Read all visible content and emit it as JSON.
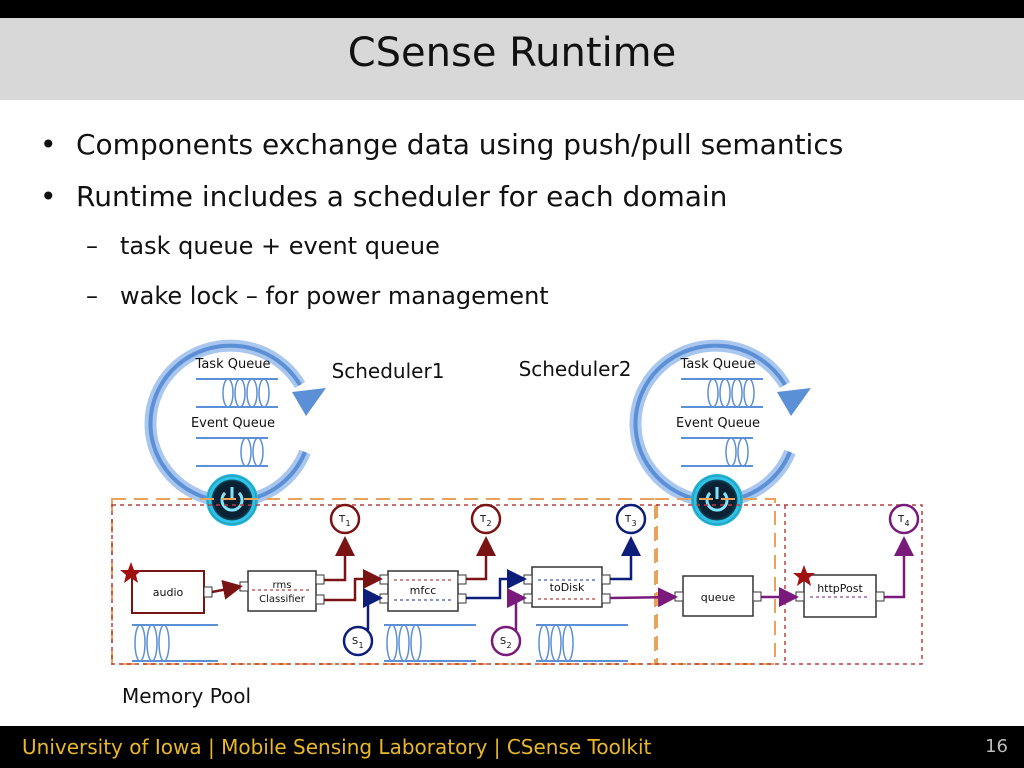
{
  "slide": {
    "title": "CSense Runtime",
    "bullets": [
      {
        "text": "Components exchange data using push/pull semantics"
      },
      {
        "text": "Runtime includes a scheduler for each domain"
      }
    ],
    "subbullets": [
      {
        "text": "task queue + event queue"
      },
      {
        "text": "wake lock – for power management"
      }
    ],
    "bullet_char": "•",
    "dash_char": "–"
  },
  "diagram": {
    "scheduler1": {
      "label": "Scheduler1",
      "task_queue": "Task Queue",
      "event_queue": "Event Queue"
    },
    "scheduler2": {
      "label": "Scheduler2",
      "task_queue": "Task Queue",
      "event_queue": "Event Queue"
    },
    "components": {
      "audio": "audio",
      "rms": "rms",
      "classifier": "Classifier",
      "mfcc": "mfcc",
      "todisk": "toDisk",
      "queue": "queue",
      "httppost": "httpPost"
    },
    "tasks": [
      {
        "letter": "T",
        "sub": "1"
      },
      {
        "letter": "T",
        "sub": "2"
      },
      {
        "letter": "T",
        "sub": "3"
      },
      {
        "letter": "T",
        "sub": "4"
      }
    ],
    "sources": [
      {
        "letter": "S",
        "sub": "1"
      },
      {
        "letter": "S",
        "sub": "2"
      }
    ],
    "memory_pool": "Memory Pool",
    "colors": {
      "domain1": "#7a1414",
      "domain2": "#0d1e7a",
      "domain3": "#7a1a7a",
      "orange_dash": "#e8a25b",
      "red_dash": "#b84040",
      "cycle": "#5b8fd6",
      "power": "#2ec4e8"
    }
  },
  "footer": {
    "text": "University of Iowa | Mobile Sensing Laboratory | CSense Toolkit",
    "page": "16"
  }
}
